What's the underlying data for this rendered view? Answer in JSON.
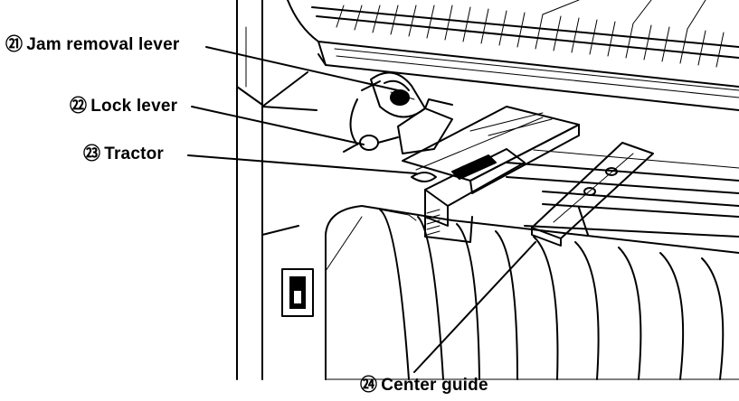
{
  "callouts": [
    {
      "number": "㉑",
      "text": "Jam removal lever"
    },
    {
      "number": "㉒",
      "text": "Lock lever"
    },
    {
      "number": "㉓",
      "text": "Tractor"
    },
    {
      "number": "㉔",
      "text": "Center guide"
    }
  ],
  "colors": {
    "ink": "#000000",
    "paper": "#ffffff",
    "shade": "#bdbdbd"
  }
}
